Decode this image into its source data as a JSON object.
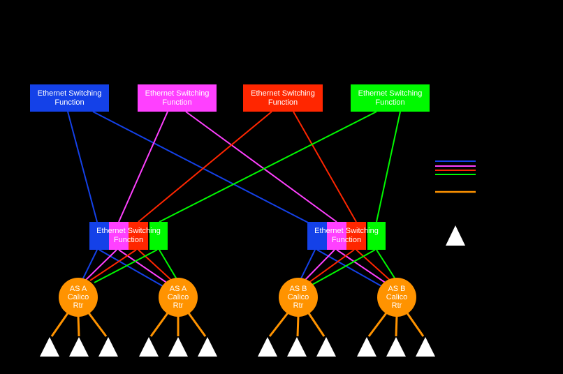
{
  "diagram": {
    "background": "#000000",
    "colors": {
      "blue": "#1441E8",
      "magenta": "#FF40FF",
      "red": "#FF2600",
      "green": "#00F900",
      "orange": "#FF9300",
      "white": "#FFFFFF"
    },
    "top_switches": [
      {
        "id": "esf-blue",
        "label": "Ethernet Switching Function",
        "color": "#1441E8"
      },
      {
        "id": "esf-magenta",
        "label": "Ethernet Switching Function",
        "color": "#FF40FF"
      },
      {
        "id": "esf-red",
        "label": "Ethernet Switching Function",
        "color": "#FF2600"
      },
      {
        "id": "esf-green",
        "label": "Ethernet Switching Function",
        "color": "#00F900"
      }
    ],
    "aggregate_switches": [
      {
        "id": "agg-left",
        "label": "Ethernet Switching Function",
        "segments": [
          "#1441E8",
          "#FF40FF",
          "#FF2600",
          "#00F900"
        ]
      },
      {
        "id": "agg-right",
        "label": "Ethernet Switching Function",
        "segments": [
          "#1441E8",
          "#FF40FF",
          "#FF2600",
          "#00F900"
        ]
      }
    ],
    "routers": [
      {
        "id": "router-1",
        "label": "AS A\nCalico\nRtr",
        "color": "#FF9300"
      },
      {
        "id": "router-2",
        "label": "AS A\nCalico\nRtr",
        "color": "#FF9300"
      },
      {
        "id": "router-3",
        "label": "AS B\nCalico\nRtr",
        "color": "#FF9300"
      },
      {
        "id": "router-4",
        "label": "AS B\nCalico\nRtr",
        "color": "#FF9300"
      }
    ],
    "hosts": {
      "per_router": 3,
      "shape": "triangle",
      "color": "#FFFFFF"
    },
    "links": [
      "esf-blue → agg-left.blue",
      "esf-blue → agg-right.blue",
      "esf-magenta → agg-left.magenta",
      "esf-magenta → agg-right.magenta",
      "esf-red → agg-left.red",
      "esf-red → agg-right.red",
      "esf-green → agg-left.green",
      "esf-green → agg-right.green",
      "agg-left.blue → router-1",
      "agg-left.blue → router-2",
      "agg-left.magenta → router-1",
      "agg-left.magenta → router-2",
      "agg-left.red → router-1",
      "agg-left.red → router-2",
      "agg-left.green → router-1",
      "agg-left.green → router-2",
      "agg-right.blue → router-3",
      "agg-right.blue → router-4",
      "agg-right.magenta → router-3",
      "agg-right.magenta → router-4",
      "agg-right.red → router-3",
      "agg-right.red → router-4",
      "agg-right.green → router-3",
      "agg-right.green → router-4",
      "router-1 → hosts ×3 (orange)",
      "router-2 → hosts ×3 (orange)",
      "router-3 → hosts ×3 (orange)",
      "router-4 → hosts ×3 (orange)"
    ],
    "legend": {
      "line_samples": [
        {
          "name": "blue-link",
          "color": "#1441E8"
        },
        {
          "name": "magenta-link",
          "color": "#FF40FF"
        },
        {
          "name": "red-link",
          "color": "#FF2600"
        },
        {
          "name": "green-link",
          "color": "#00F900"
        },
        {
          "name": "orange-link",
          "color": "#FF9300"
        }
      ],
      "triangle_sample_color": "#FFFFFF"
    }
  }
}
